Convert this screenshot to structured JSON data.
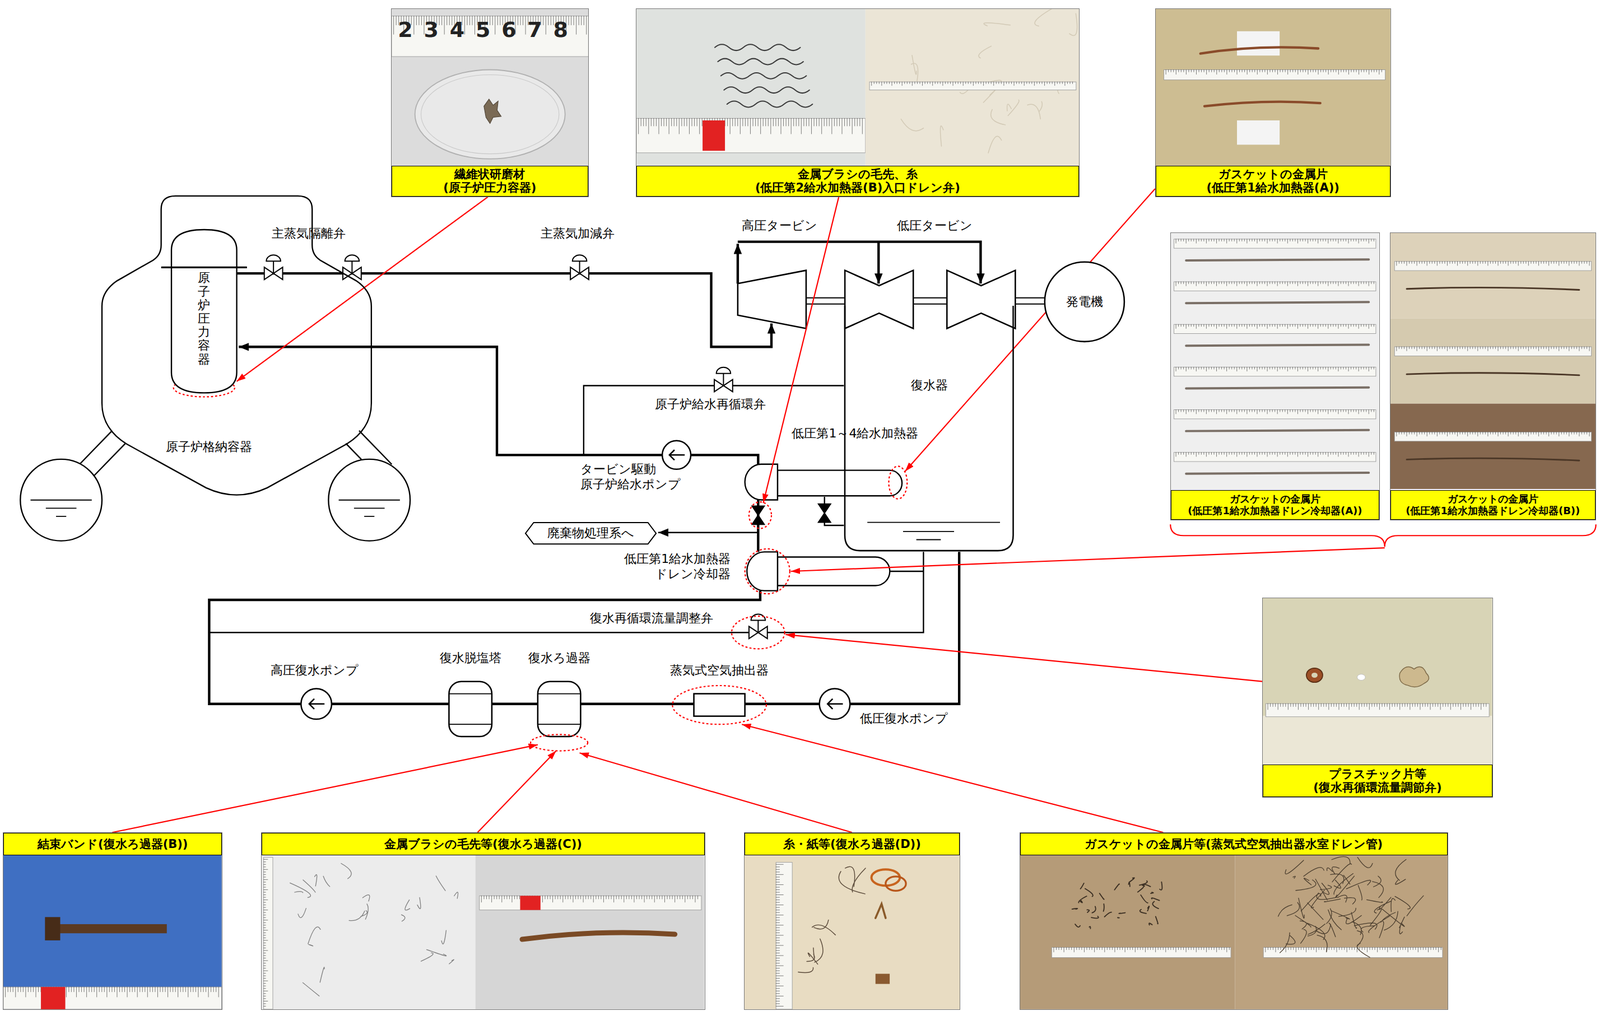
{
  "diagram": {
    "nodes": [
      {
        "text": [
          "繊維状研磨材 (原子炉圧力容器)"
        ]
      },
      {
        "text": [
          "金属ブラシの毛先、糸 (低圧第2給水加熱器(B)入口ドレン弁)"
        ]
      },
      {
        "text": [
          "ガスケットの金属片 (低圧第1給水加熱器(A))"
        ]
      },
      {
        "text": [
          "原子炉格納容器"
        ]
      },
      {
        "text": [
          "原子炉圧力容器"
        ],
        "in": 3
      },
      {
        "text": [
          "発電機"
        ]
      },
      {
        "text": [
          "復水器"
        ]
      },
      {
        "text": [
          "ガスケットの金属片 (低圧第1給水加熱器ドレン冷却器(A))"
        ]
      },
      {
        "text": [
          "ガスケットの金属片 (低圧第1給水加熱器ドレン冷却器(B))"
        ]
      },
      {
        "text": [
          "廃棄物処理系へ"
        ]
      },
      {
        "text": [
          "プラスチック片等 (復水再循環流量調節弁)"
        ]
      },
      {
        "text": [
          "結束バンド(復水ろ過器(B))"
        ]
      },
      {
        "text": [
          "金属ブラシの毛先等(復水ろ過器(C))"
        ]
      },
      {
        "text": [
          "糸・紙等(復水ろ過器(D))"
        ]
      },
      {
        "text": [
          "ガスケットの金属片等(蒸気式空気抽出器水室ドレン管)"
        ]
      }
    ],
    "edges": [
      {
        "from": 0,
        "to": 4,
        "arrow": "to"
      }
    ],
    "labels": [
      "2345678",
      "主蒸気隔離弁",
      "主蒸気加減弁",
      "高圧タービン",
      "低圧タービン",
      "原子炉給水再循環弁",
      "低圧第1～4給水加熱器",
      "タービン駆動 原子炉給水ポンプ",
      "低圧第1給水加熱器 ドレン冷却器",
      "復水再循環流量調整弁",
      "高圧復水ポンプ",
      "復水脱塩塔",
      "復水ろ過器",
      "蒸気式空気抽出器",
      "低圧復水ポンプ"
    ]
  }
}
